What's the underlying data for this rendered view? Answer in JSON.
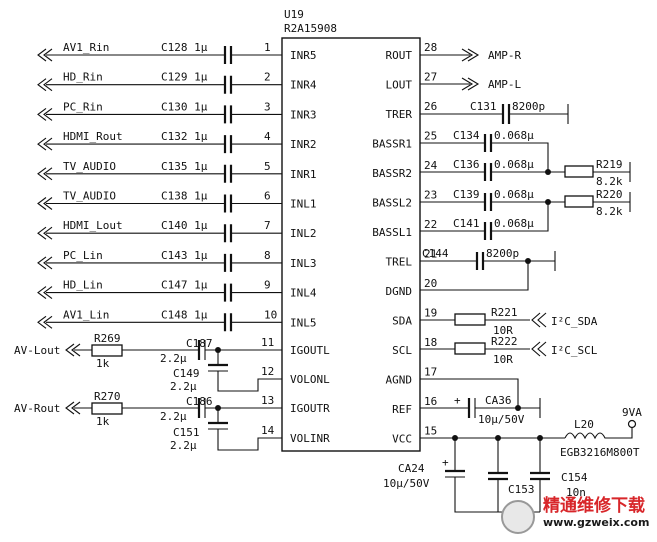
{
  "ic": {
    "ref": "U19",
    "part": "R2A15908"
  },
  "left_inputs": [
    {
      "net": "AV1_Rin",
      "cap": "C128 1μ",
      "pin": "1",
      "name": "INR5"
    },
    {
      "net": "HD_Rin",
      "cap": "C129 1μ",
      "pin": "2",
      "name": "INR4"
    },
    {
      "net": "PC_Rin",
      "cap": "C130 1μ",
      "pin": "3",
      "name": "INR3"
    },
    {
      "net": "HDMI_Rout",
      "cap": "C132 1μ",
      "pin": "4",
      "name": "INR2"
    },
    {
      "net": "TV_AUDIO",
      "cap": "C135 1μ",
      "pin": "5",
      "name": "INR1"
    },
    {
      "net": "TV_AUDIO",
      "cap": "C138 1μ",
      "pin": "6",
      "name": "INL1"
    },
    {
      "net": "HDMI_Lout",
      "cap": "C140 1μ",
      "pin": "7",
      "name": "INL2"
    },
    {
      "net": "PC_Lin",
      "cap": "C143 1μ",
      "pin": "8",
      "name": "INL3"
    },
    {
      "net": "HD_Lin",
      "cap": "C147 1μ",
      "pin": "9",
      "name": "INL4"
    },
    {
      "net": "AV1_Lin",
      "cap": "C148 1μ",
      "pin": "10",
      "name": "INL5"
    }
  ],
  "left_lower": [
    {
      "pin": "11",
      "name": "IGOUTL"
    },
    {
      "pin": "12",
      "name": "VOLONL"
    },
    {
      "pin": "13",
      "name": "IGOUTR"
    },
    {
      "pin": "14",
      "name": "VOLINR"
    }
  ],
  "av_out": [
    {
      "net": "AV-Lout",
      "res": "R269",
      "res_val": "1k",
      "cap": "C187",
      "cap_val": "2.2μ",
      "vol_cap": "C149",
      "vol_val": "2.2μ"
    },
    {
      "net": "AV-Rout",
      "res": "R270",
      "res_val": "1k",
      "cap": "C186",
      "cap_val": "2.2μ",
      "vol_cap": "C151",
      "vol_val": "2.2μ"
    }
  ],
  "right_pins": [
    {
      "pin": "28",
      "name": "ROUT"
    },
    {
      "pin": "27",
      "name": "LOUT"
    },
    {
      "pin": "26",
      "name": "TRER"
    },
    {
      "pin": "25",
      "name": "BASSR1"
    },
    {
      "pin": "24",
      "name": "BASSR2"
    },
    {
      "pin": "23",
      "name": "BASSL2"
    },
    {
      "pin": "22",
      "name": "BASSL1"
    },
    {
      "pin": "21",
      "name": "TREL"
    },
    {
      "pin": "20",
      "name": "DGND"
    },
    {
      "pin": "19",
      "name": "SDA"
    },
    {
      "pin": "18",
      "name": "SCL"
    },
    {
      "pin": "17",
      "name": "AGND"
    },
    {
      "pin": "16",
      "name": "REF"
    },
    {
      "pin": "15",
      "name": "VCC"
    }
  ],
  "right_parts": {
    "amp_r": "AMP-R",
    "amp_l": "AMP-L",
    "c131": "C131",
    "c131_val": "8200p",
    "c134": "C134",
    "c134_val": "0.068μ",
    "c136": "C136",
    "c136_val": "0.068μ",
    "c139": "C139",
    "c139_val": "0.068μ",
    "c141": "C141",
    "c141_val": "0.068μ",
    "c144": "C144",
    "c144_val": "8200p",
    "r219": "R219",
    "r219_val": "8.2k",
    "r220": "R220",
    "r220_val": "8.2k",
    "r221": "R221",
    "r221_val": "10R",
    "r222": "R222",
    "r222_val": "10R",
    "sda_net": "I²C_SDA",
    "scl_net": "I²C_SCL",
    "ca36": "CA36",
    "ca36_val": "10μ/50V",
    "ca24": "CA24",
    "ca24_val": "10μ/50V",
    "c153": "C153",
    "c154": "C154",
    "c154_val": "10n",
    "l20": "L20",
    "l20_val": "EGB3216M800T",
    "vcc_net": "9VA"
  },
  "watermark": {
    "cn": "精通维修下载",
    "url": "www.gzweix.com"
  }
}
